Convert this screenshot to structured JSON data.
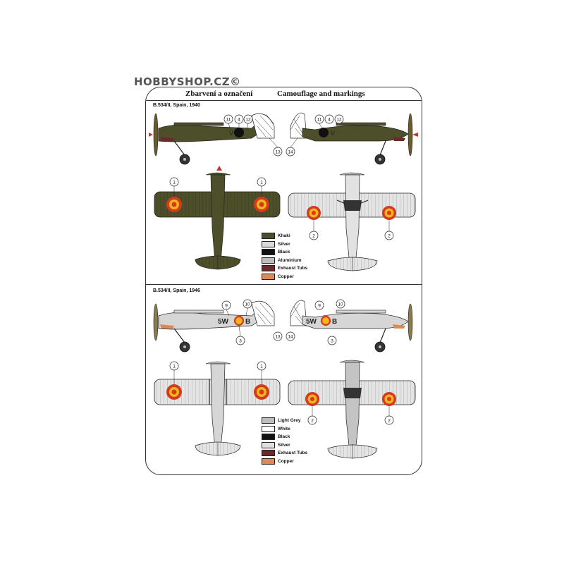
{
  "watermark": "HOBBYSHOP.CZ©",
  "header": {
    "title_cz": "Zbarvení a označení",
    "title_en": "Camouflage and markings"
  },
  "sections": [
    {
      "title": "B.534/II, Spain, 1940",
      "side_callouts": [
        "11",
        "4",
        "12",
        "13",
        "14"
      ],
      "wing_callouts": [
        "1",
        "1",
        "2",
        "2"
      ],
      "fuselage_code": "",
      "legend": [
        {
          "label": "Khaki",
          "color": "#4d4e2a"
        },
        {
          "label": "Silver",
          "color": "#d9d9d9"
        },
        {
          "label": "Black",
          "color": "#111111"
        },
        {
          "label": "Aluminium",
          "color": "#bdbdbd"
        },
        {
          "label": "Exhaust Tubs",
          "color": "#6a2a2a"
        },
        {
          "label": "Copper",
          "color": "#d98a5a"
        }
      ]
    },
    {
      "title": "B.534/II, Spain, 1946",
      "side_callouts": [
        "9",
        "10",
        "3",
        "13",
        "14"
      ],
      "wing_callouts": [
        "1",
        "1",
        "2",
        "2"
      ],
      "fuselage_code": "5W",
      "fuselage_letter": "B",
      "legend": [
        {
          "label": "Light Grey",
          "color": "#bdbdbd"
        },
        {
          "label": "White",
          "color": "#ffffff"
        },
        {
          "label": "Black",
          "color": "#111111"
        },
        {
          "label": "Silver",
          "color": "#e0e0e0"
        },
        {
          "label": "Exhaust Tubs",
          "color": "#6a2a2a"
        },
        {
          "label": "Copper",
          "color": "#d98a5a"
        }
      ]
    }
  ],
  "colors": {
    "khaki": "#4d4e2a",
    "khaki_dark": "#3a3b1f",
    "silver": "#d6d6d6",
    "grey": "#a9a9a9",
    "roundel_red": "#d43a1e",
    "roundel_yellow": "#f2b51c",
    "roundel_purple": "#5a2a5a"
  }
}
